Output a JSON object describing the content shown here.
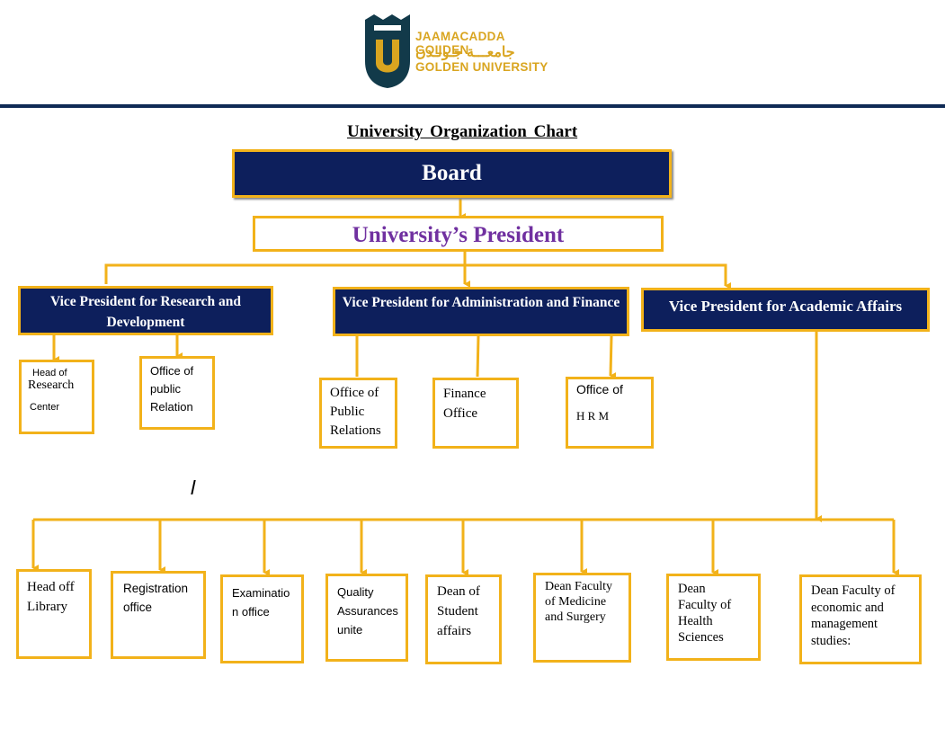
{
  "logo": {
    "line1": "JAAMACADDA GOLDEN",
    "line2": "جامعـــة جـولـدن",
    "line3": "GOLDEN UNIVERSITY",
    "brand_color": "#d9a520",
    "shield_color": "#123a4a"
  },
  "title": "University  Organization  Chart",
  "board": "Board",
  "president": "University’s President",
  "vp_research": "Vice President for Research and Development",
  "vp_admin": "Vice President for Administration and Finance",
  "vp_academic": "Vice President for Academic Affairs",
  "research_units": {
    "head_research_line1": "Head of",
    "head_research_line2": "Research",
    "head_research_line3": "Center",
    "public_relation": "Office of public Relation"
  },
  "admin_units": {
    "public_relations": "Office of Public Relations",
    "finance": "Finance Office",
    "hrm_line1": "Office of",
    "hrm_line2": "H R M"
  },
  "academic_units": {
    "library": "Head off Library",
    "registration": "Registration office",
    "examination": "Examinatio n office",
    "quality": "Quality Assurances unite",
    "student_affairs": "Dean of Student affairs",
    "medicine": "Dean Faculty of Medicine and Surgery",
    "health": "Dean Faculty of Health Sciences",
    "economic": "Dean   Faculty of economic and management studies:"
  },
  "colors": {
    "navy": "#0d1f5c",
    "gold": "#f2b21a",
    "president_text": "#7030a0"
  }
}
